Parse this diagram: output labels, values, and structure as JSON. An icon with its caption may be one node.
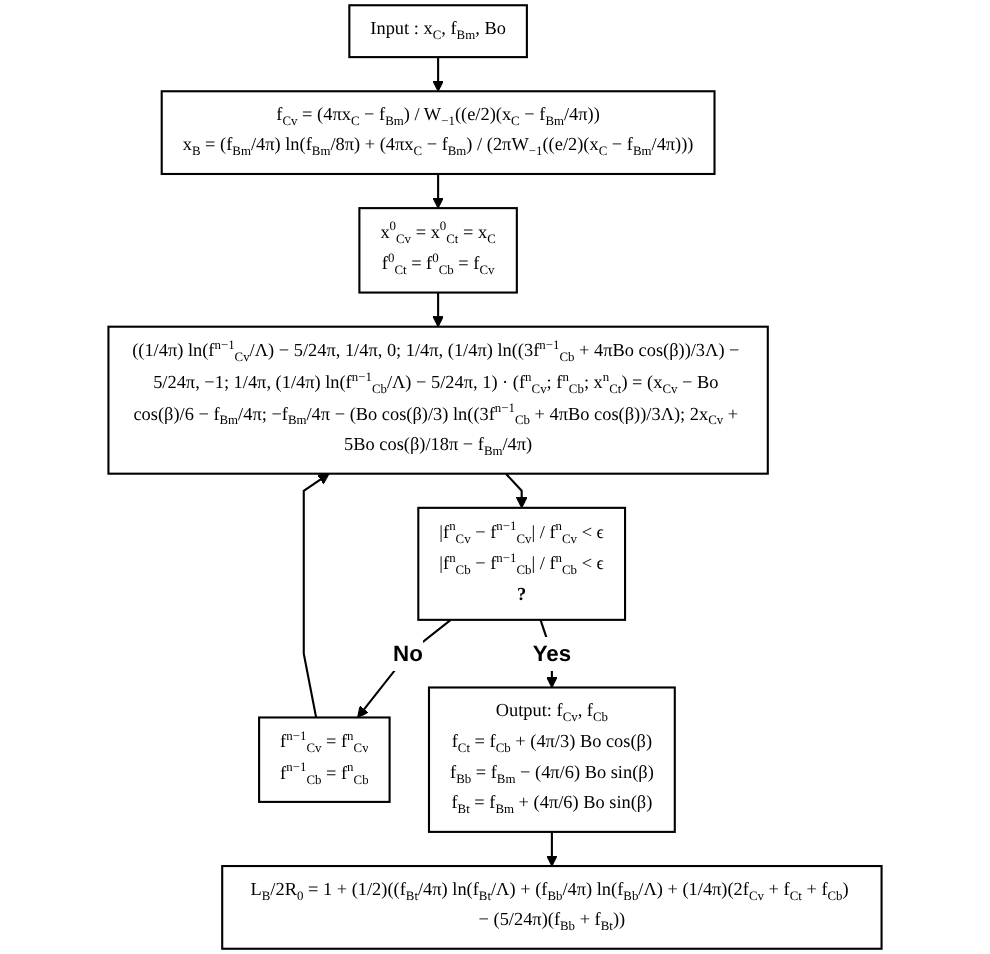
{
  "diagram": {
    "nodes": [
      {
        "text": [
          "Input :  x$_{C}$, f$_{Bm}$, Bo"
        ]
      },
      {
        "text": [
          "f$_{Cv}$ = (4πx$_{C}$ − f$_{Bm}$) / W$_{−1}$((e/2)(x$_{C}$ − f$_{Bm}$/4π))",
          "x$_{B}$ = (f$_{Bm}$/4π) ln(f$_{Bm}$/8π) + (4πx$_{C}$ − f$_{Bm}$) / (2πW$_{−1}$((e/2)(x$_{C}$ − f$_{Bm}$/4π)))"
        ]
      },
      {
        "text": [
          "x$^{0}$$_{Cv}$ = x$^{0}$$_{Ct}$ = x$_{C}$",
          "f$^{0}$$_{Ct}$ = f$^{0}$$_{Cb}$ = f$_{Cv}$"
        ]
      },
      {
        "text": [
          "((1/4π) ln(f$^{n−1}$$_{Cv}$/Λ) − 5/24π, 1/4π, 0; 1/4π, (1/4π) ln((3f$^{n−1}$$_{Cb}$ + 4πBo cos(β))/3Λ) − 5/24π, −1; 1/4π, (1/4π) ln(f$^{n−1}$$_{Cb}$/Λ) − 5/24π, 1) · (f$^{n}$$_{Cv}$; f$^{n}$$_{Cb}$; x$^{n}$$_{Ct}$) = (x$_{Cv}$ − Bo cos(β)/6 − f$_{Bm}$/4π; −f$_{Bm}$/4π − (Bo cos(β)/3) ln((3f$^{n−1}$$_{Cb}$ + 4πBo cos(β))/3Λ); 2x$_{Cv}$ + 5Bo cos(β)/18π − f$_{Bm}$/4π)"
        ]
      },
      {
        "text": [
          "|f$^{n}$$_{Cv}$ − f$^{n−1}$$_{Cv}$| / f$^{n}$$_{Cv}$ < ϵ",
          "|f$^{n}$$_{Cb}$ − f$^{n−1}$$_{Cb}$| / f$^{n}$$_{Cb}$ < ϵ",
          "?"
        ]
      },
      {
        "text": [
          "f$^{n−1}$$_{Cv}$ = f$^{n}$$_{Cv}$",
          "f$^{n−1}$$_{Cb}$ = f$^{n}$$_{Cb}$"
        ]
      },
      {
        "text": [
          "Output: f$_{Cv}$, f$_{Cb}$",
          "f$_{Ct}$ = f$_{Cb}$ + (4π/3) Bo cos(β)",
          "f$_{Bb}$ = f$_{Bm}$ − (4π/6) Bo sin(β)",
          "f$_{Bt}$ = f$_{Bm}$ + (4π/6) Bo sin(β)"
        ]
      },
      {
        "text": [
          "L$_{B}$/2R$_{0}$ = 1 + (1/2)((f$_{Bt}$/4π) ln(f$_{Bt}$/Λ) + (f$_{Bb}$/4π) ln(f$_{Bb}$/Λ) + (1/4π)(2f$_{Cv}$ + f$_{Ct}$ + f$_{Cb}$) − (5/24π)(f$_{Bb}$ + f$_{Bt}$))"
        ]
      }
    ],
    "edges": [
      {
        "from": 0,
        "to": 1,
        "arrow": "to"
      },
      {
        "from": 1,
        "to": 2,
        "arrow": "to"
      },
      {
        "from": 2,
        "to": 3,
        "arrow": "to"
      },
      {
        "from": 3,
        "to": 4,
        "arrow": "to"
      },
      {
        "from": 4,
        "to": 5,
        "arrow": "to",
        "label": "No"
      },
      {
        "from": 5,
        "to": 3,
        "arrow": "to"
      },
      {
        "from": 4,
        "to": 6,
        "arrow": "to",
        "label": "Yes"
      },
      {
        "from": 6,
        "to": 7,
        "arrow": "to"
      }
    ]
  }
}
